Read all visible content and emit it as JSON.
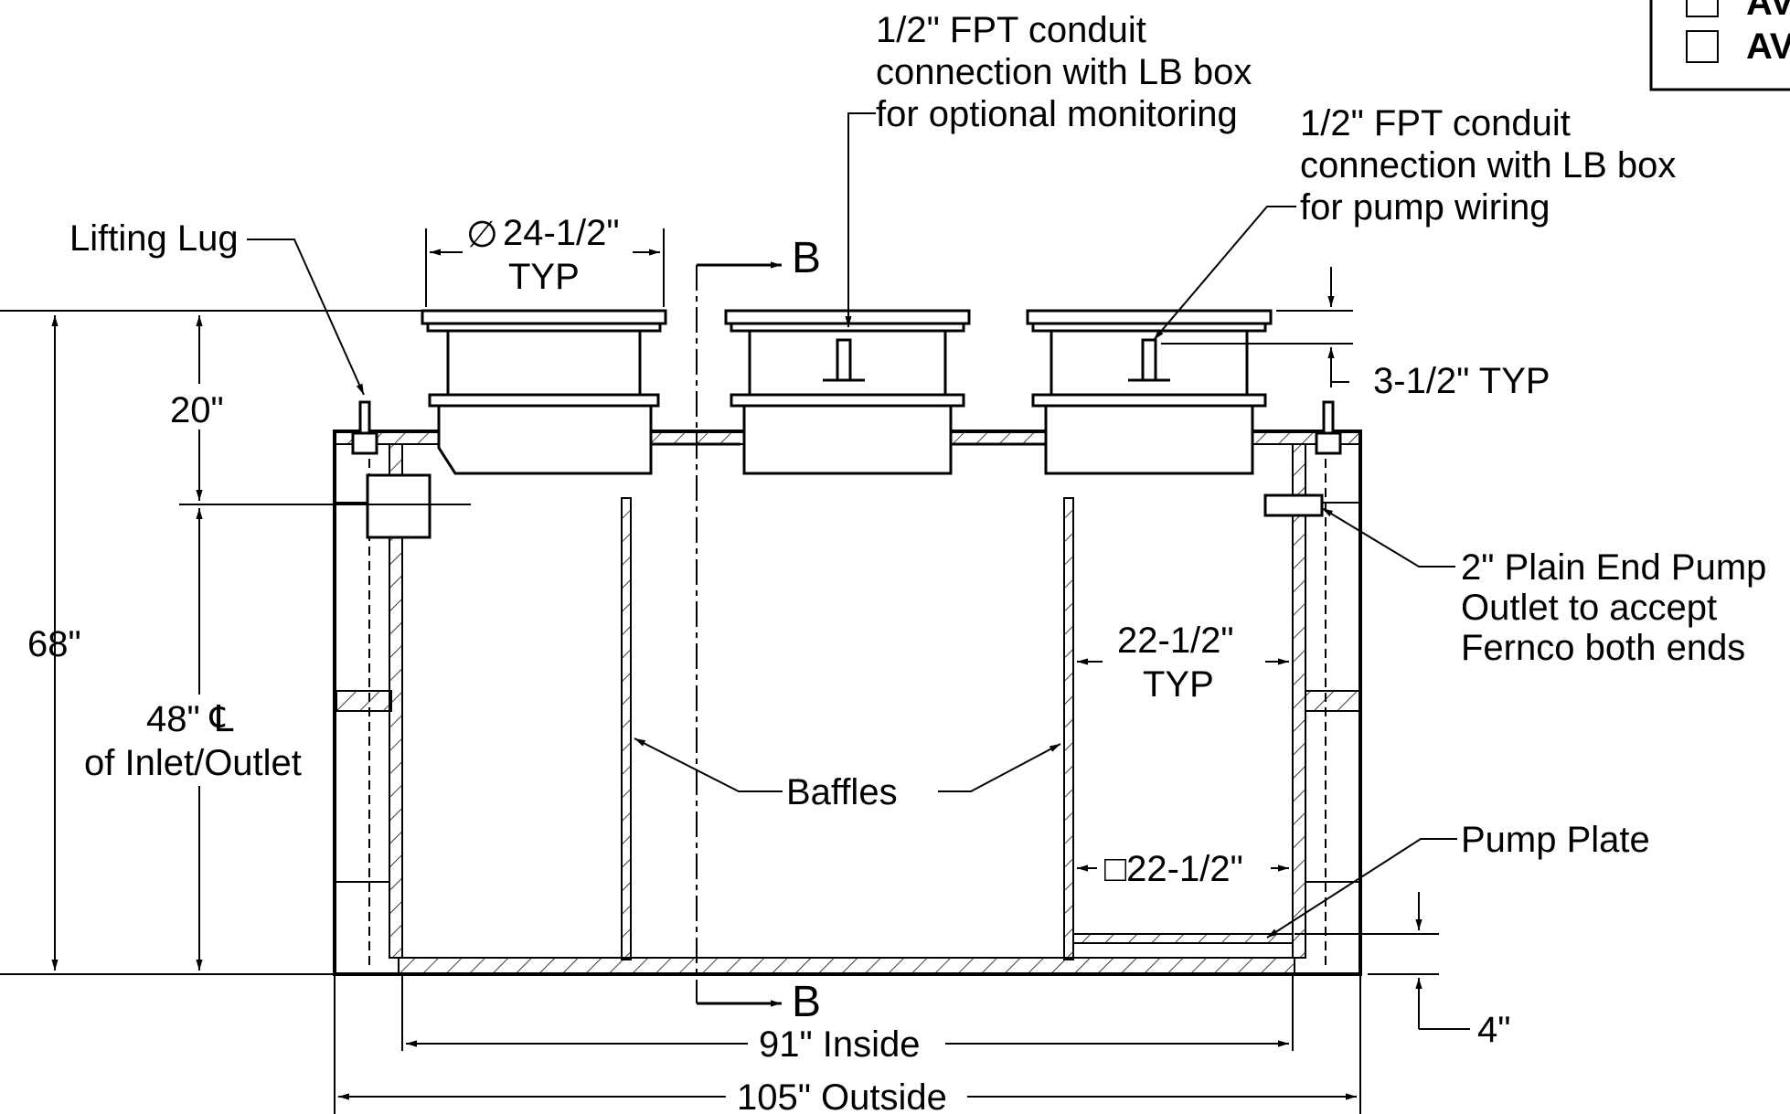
{
  "legend": {
    "items": [
      {
        "label": "AV"
      },
      {
        "label": "AV"
      }
    ]
  },
  "labels": {
    "lifting_lug": "Lifting Lug",
    "diameter_symbol": "∅",
    "cover_diameter": "24-1/2\"",
    "cover_typ": "TYP",
    "section_mark": "B",
    "conduit_monitor_line1": "1/2\" FPT conduit",
    "conduit_monitor_line2": "connection with LB box",
    "conduit_monitor_line3": "for optional monitoring",
    "conduit_pump_line1": "1/2\" FPT conduit",
    "conduit_pump_line2": "connection with LB box",
    "conduit_pump_line3": "for pump wiring",
    "riser_height": "3-1/2\" TYP",
    "top_depth": "20\"",
    "overall_height": "68\"",
    "inlet_height_line1": "48\" ℄",
    "inlet_height_line2": "of Inlet/Outlet",
    "pump_outlet_line1": "2\" Plain End Pump",
    "pump_outlet_line2": "Outlet to accept",
    "pump_outlet_line3": "Fernco both ends",
    "baffle_spacing": "22-1/2\"",
    "baffle_spacing_typ": "TYP",
    "baffles": "Baffles",
    "pump_plate": "Pump Plate",
    "pump_plate_size": "□22-1/2\"",
    "base_thickness": "4\"",
    "inside_width": "91\" Inside",
    "outside_width": "105\" Outside"
  }
}
